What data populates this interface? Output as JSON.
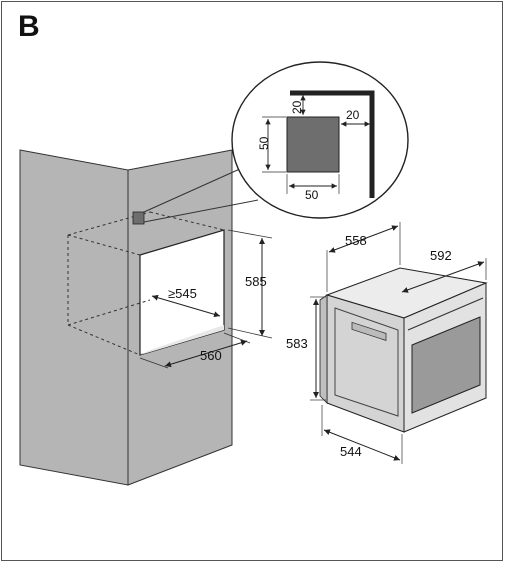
{
  "panel_label": "B",
  "cabinet": {
    "niche_height": "585",
    "niche_width": "560",
    "niche_depth": "≥545"
  },
  "detail": {
    "vent_height": "50",
    "vent_width": "50",
    "gap_top": "20",
    "gap_side": "20"
  },
  "oven": {
    "depth_total": "558",
    "width_front": "592",
    "height_body": "583",
    "width_body": "544"
  },
  "colors": {
    "cabinet_fill": "#b5b5b5",
    "vent_fill": "#6e6e6e",
    "oven_fill": "#d9d9d9",
    "window_fill": "#9a9a9a",
    "line": "#222222"
  }
}
